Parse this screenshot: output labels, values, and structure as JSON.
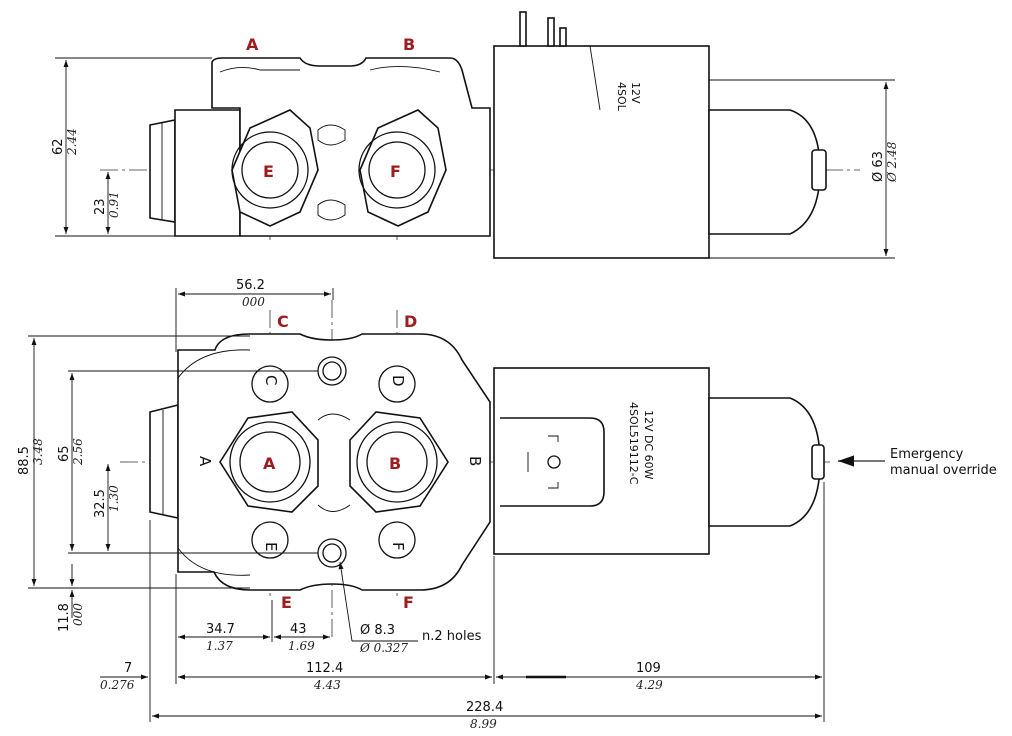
{
  "ports": {
    "top_left": "A",
    "top_right": "B",
    "top_center_left": "E",
    "top_center_right": "F",
    "front_top_left": "C",
    "front_top_right": "D",
    "front_center_left": "A",
    "front_center_right": "B",
    "front_bottom_left": "E",
    "front_bottom_right": "F"
  },
  "engraved": {
    "c": "C",
    "d": "D",
    "a": "A",
    "b": "B",
    "e": "E",
    "f": "F"
  },
  "top_view": {
    "dim_height": {
      "mm": "62",
      "in": "2.44"
    },
    "dim_axis": {
      "mm": "23",
      "in": "0.91"
    },
    "dim_coil": {
      "mm": "Ø 63",
      "in": "Ø 2.48"
    },
    "coil_text_1": "4SOL",
    "coil_text_2": "12V"
  },
  "front_view": {
    "dim_top": {
      "mm": "56.2",
      "in": "000"
    },
    "dim_height": {
      "mm": "88.5",
      "in": "3.48"
    },
    "dim_mount": {
      "mm": "65",
      "in": "2.56"
    },
    "dim_axis": {
      "mm": "32.5",
      "in": "1.30"
    },
    "dim_bottom": {
      "mm": "11.8",
      "in": "000"
    },
    "dim_a": {
      "mm": "34.7",
      "in": "1.37"
    },
    "dim_b": {
      "mm": "43",
      "in": "1.69"
    },
    "holes": {
      "mm": "Ø 8.3",
      "in": "Ø 0.327",
      "note": "n.2 holes"
    },
    "dim_left": {
      "mm": "7",
      "in": "0.276"
    },
    "dim_body": {
      "mm": "112.4",
      "in": "4.43"
    },
    "dim_sol": {
      "mm": "109",
      "in": "4.29"
    },
    "dim_total": {
      "mm": "228.4",
      "in": "8.99"
    },
    "solenoid_code": "4SOL519112-C",
    "solenoid_rating": "12V DC 60W",
    "override_label_1": "Emergency",
    "override_label_2": "manual override"
  }
}
